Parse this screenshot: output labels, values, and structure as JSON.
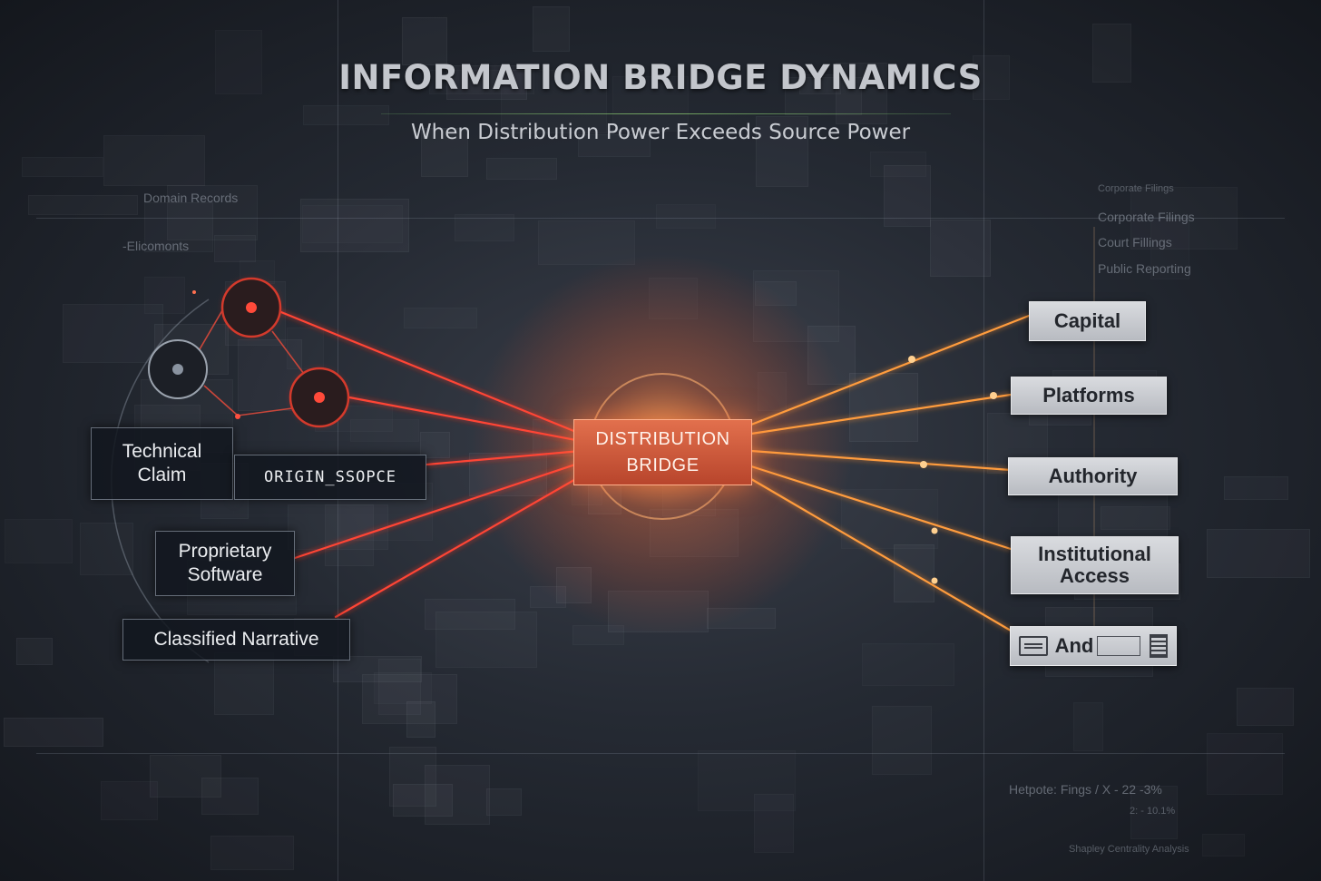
{
  "title": "INFORMATION BRIDGE DYNAMICS",
  "subtitle": "When Distribution Power Exceeds Source Power",
  "center_node": {
    "line1": "DISTRIBUTION",
    "line2": "BRIDGE"
  },
  "left_nodes": {
    "technical_claim": {
      "line1": "Technical",
      "line2": "Claim"
    },
    "origin_source": "ORIGIN_SSOPCE",
    "proprietary_software": {
      "line1": "Proprietary",
      "line2": "Software"
    },
    "classified_narrative": "Classified Narrative"
  },
  "right_nodes": {
    "capital": "Capital",
    "platforms": "Platforms",
    "authority": "Authority",
    "institutional_access": {
      "line1": "Institutional",
      "line2": "Access"
    },
    "and": "And"
  },
  "background_text": {
    "domain_records": "Domain Records",
    "elicomonts": "-Elicomonts",
    "corporate_filings_1": "Corporate Filings",
    "corporate_filings_2": "Corporate Filings",
    "court_filings": "Court  Fillings",
    "public_reporting": "Public Reporting",
    "footer_stat_1": "Hetpote: Fings / X - 22 -3%",
    "footer_stat_2": "2: -    10.1%",
    "footer_label": "Shapley Centrality Analysis"
  },
  "colors": {
    "left_edge": "#ff4a3a",
    "right_edge": "#ffa040",
    "center_fill": "#d8603f",
    "node_red": "#d43a2c"
  }
}
